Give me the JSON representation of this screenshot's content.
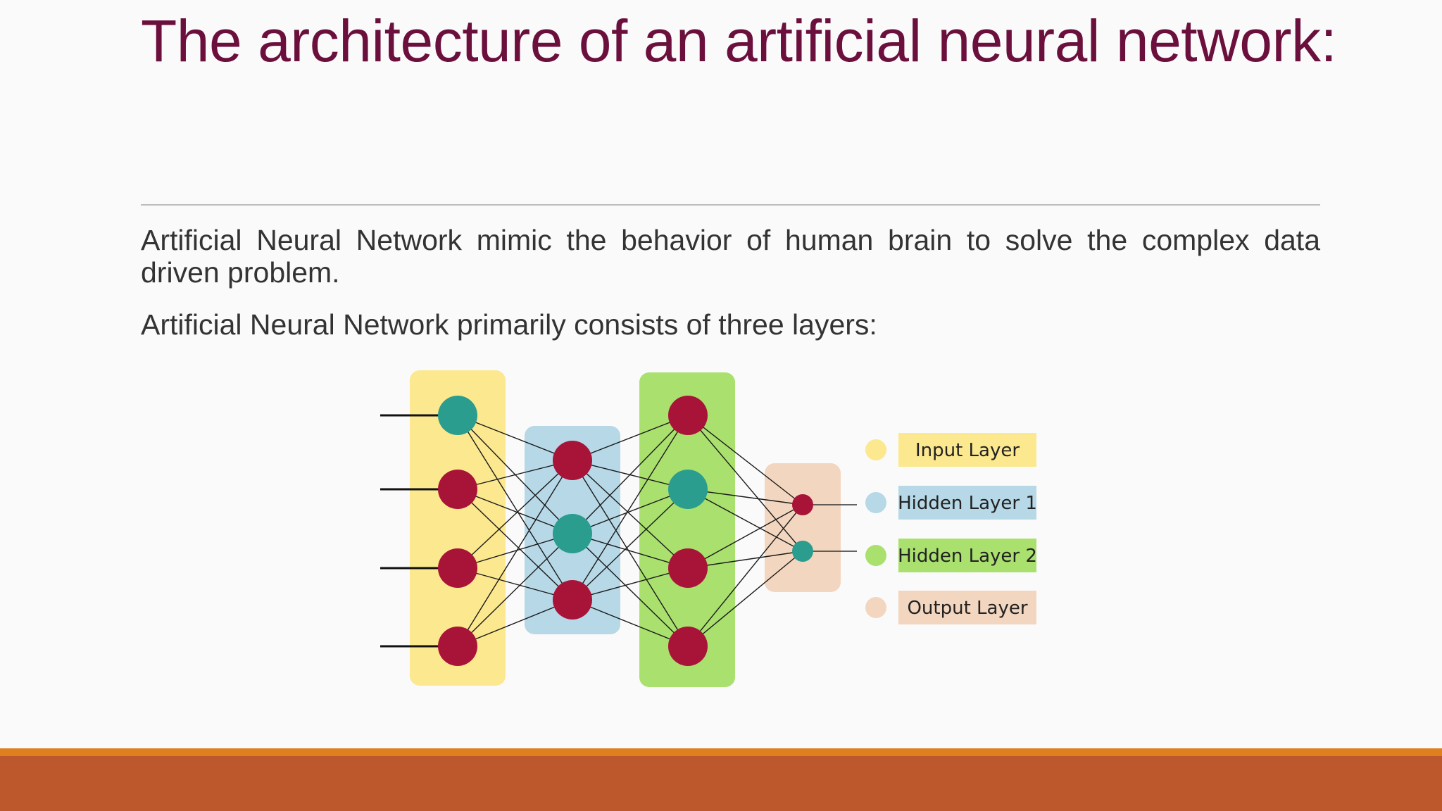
{
  "slide": {
    "title": "The architecture of an artificial neural network:",
    "paragraphs": [
      "Artificial Neural Network mimic the behavior of human brain to solve the complex data driven problem.",
      "Artificial Neural Network primarily consists of three layers:"
    ]
  },
  "colors": {
    "title": "#6b0f3c",
    "body_text": "#333333",
    "divider": "#bdbdbd",
    "footer_thin": "#e07f1e",
    "footer_band": "#bd572c",
    "node_red": "#a81438",
    "node_teal": "#2a9d8f",
    "input_layer": "#fbe88f",
    "hidden_layer_1": "#b6d8e7",
    "hidden_layer_2": "#a9e06e",
    "output_layer": "#f3d6bf"
  },
  "diagram": {
    "legend": [
      {
        "label": "Input Layer",
        "color": "#fbe88f",
        "dot": "#fbe88f"
      },
      {
        "label": "Hidden Layer 1",
        "color": "#b6d8e7",
        "dot": "#b6d8e7"
      },
      {
        "label": "Hidden Layer 2",
        "color": "#a9e06e",
        "dot": "#a9e06e"
      },
      {
        "label": "Output Layer",
        "color": "#f3d6bf",
        "dot": "#f3d6bf"
      }
    ],
    "layers": [
      {
        "name": "input",
        "nodes": [
          "teal",
          "red",
          "red",
          "red"
        ]
      },
      {
        "name": "hidden-1",
        "nodes": [
          "red",
          "teal",
          "red"
        ]
      },
      {
        "name": "hidden-2",
        "nodes": [
          "red",
          "teal",
          "red",
          "red"
        ]
      },
      {
        "name": "output",
        "nodes": [
          "red",
          "teal"
        ]
      }
    ]
  }
}
